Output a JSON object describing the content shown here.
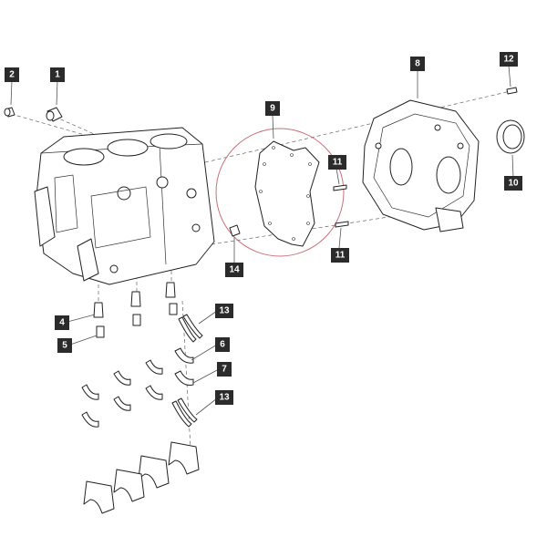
{
  "callouts": [
    {
      "id": "c1",
      "label": "1"
    },
    {
      "id": "c2",
      "label": "2"
    },
    {
      "id": "c4",
      "label": "4"
    },
    {
      "id": "c5",
      "label": "5"
    },
    {
      "id": "c6",
      "label": "6"
    },
    {
      "id": "c7",
      "label": "7"
    },
    {
      "id": "c8",
      "label": "8"
    },
    {
      "id": "c9",
      "label": "9"
    },
    {
      "id": "c10",
      "label": "10"
    },
    {
      "id": "c11a",
      "label": "11"
    },
    {
      "id": "c11b",
      "label": "11"
    },
    {
      "id": "c12",
      "label": "12"
    },
    {
      "id": "c13a",
      "label": "13"
    },
    {
      "id": "c13b",
      "label": "13"
    },
    {
      "id": "c14",
      "label": "14"
    }
  ],
  "colors": {
    "callout_fill": "#2b2b2b",
    "highlight_circle": "#c9707a"
  }
}
